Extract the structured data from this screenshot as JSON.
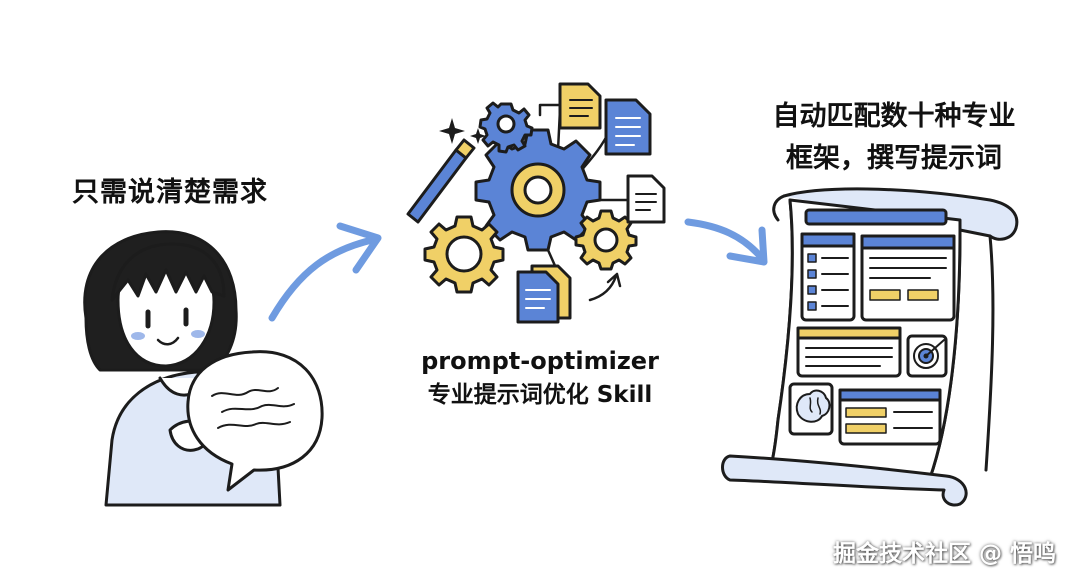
{
  "left_label": "只需说清楚需求",
  "right_label_line1": "自动匹配数十种专业",
  "right_label_line2": "框架，撰写提示词",
  "center_label_line1": "prompt-optimizer",
  "center_label_line2": "专业提示词优化 Skill",
  "watermark": "掘金技术社区 @ 悟鸣",
  "colors": {
    "ink": "#1c1c1c",
    "blue": "#5b84d6",
    "yellow": "#f0d067",
    "light_blue": "#dfe8f8",
    "arrow": "#6f9be0"
  },
  "icons": [
    "girl-figure",
    "speech-bubble-icon",
    "gear-icon",
    "document-icon",
    "magic-wand-icon",
    "sparkle-icon",
    "scroll-document",
    "target-icon",
    "brain-icon"
  ]
}
